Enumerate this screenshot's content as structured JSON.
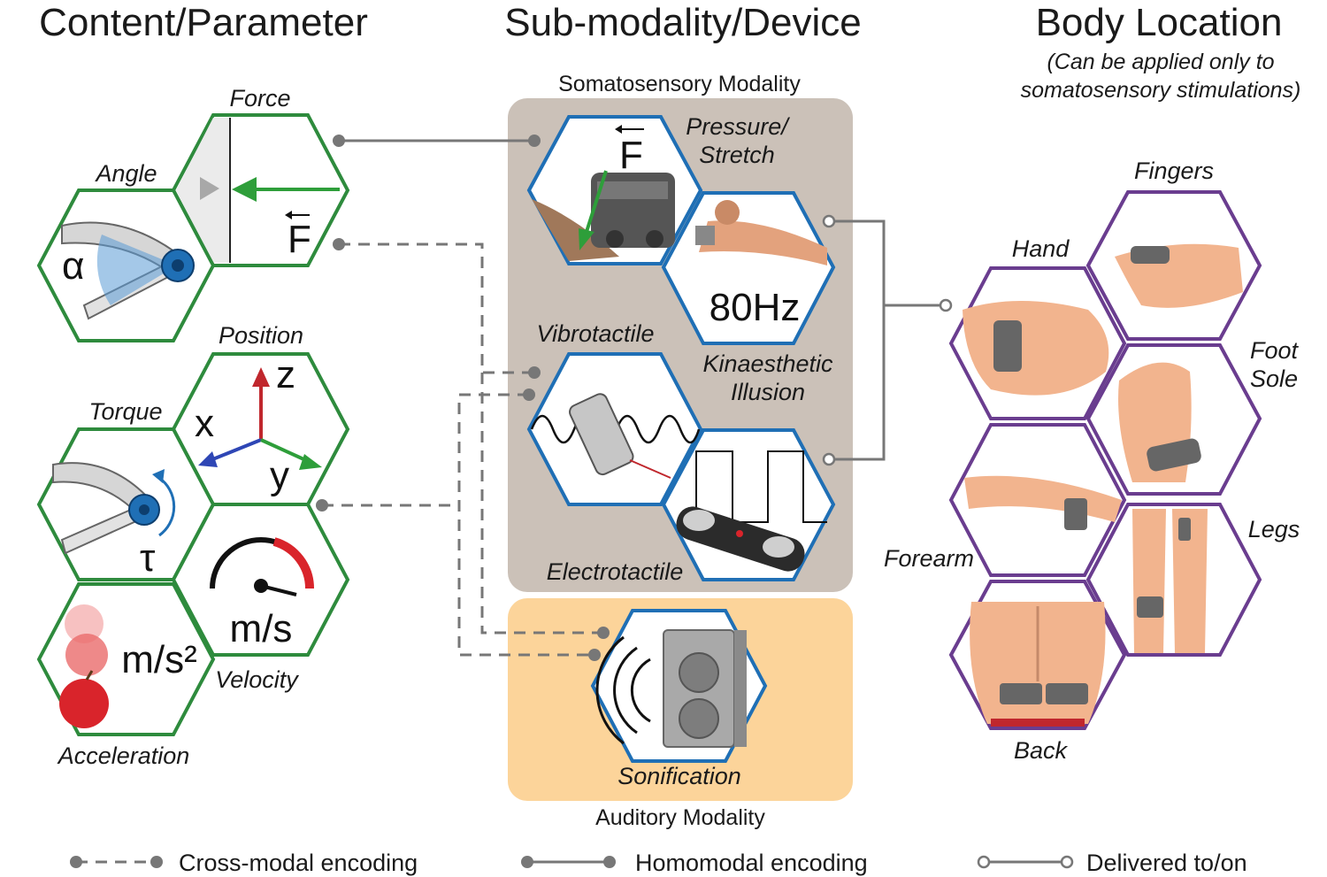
{
  "headers": {
    "content": "Content/Parameter",
    "device": "Sub-modality/Device",
    "body": "Body Location",
    "body_note_1": "(Can be applied only to",
    "body_note_2": "somatosensory stimulations)"
  },
  "content_labels": {
    "force": "Force",
    "angle": "Angle",
    "position": "Position",
    "torque": "Torque",
    "acceleration": "Acceleration",
    "velocity": "Velocity"
  },
  "glyphs": {
    "alpha": "α",
    "force_symbol": "F",
    "axis_x": "x",
    "axis_y": "y",
    "axis_z": "z",
    "tau": "τ",
    "velocity_unit": "m/s",
    "acceleration_unit": "m/s²",
    "frequency": "80Hz"
  },
  "modalities": {
    "somatosensory": "Somatosensory Modality",
    "auditory": "Auditory Modality"
  },
  "device_labels": {
    "pressure_line1": "Pressure/",
    "pressure_line2": "Stretch",
    "vibrotactile": "Vibrotactile",
    "kinaesthetic_line1": "Kinaesthetic",
    "kinaesthetic_line2": "Illusion",
    "electrotactile": "Electrotactile",
    "sonification": "Sonification"
  },
  "body_labels": {
    "fingers": "Fingers",
    "hand": "Hand",
    "foot_line1": "Foot",
    "foot_line2": "Sole",
    "forearm": "Forearm",
    "legs": "Legs",
    "back": "Back"
  },
  "legend": {
    "cross_modal": "Cross-modal encoding",
    "homomodal": "Homomodal encoding",
    "delivered": "Delivered to/on"
  },
  "colors": {
    "content_border": "#2e8b3d",
    "device_border": "#1f6fb5",
    "body_border": "#6a3d8f",
    "somatosensory_panel": "#cbc1b8",
    "auditory_panel": "#fcd49a",
    "connector": "#777777"
  }
}
